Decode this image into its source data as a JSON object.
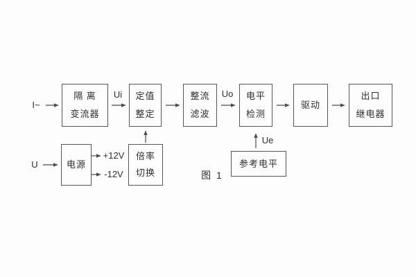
{
  "figure": {
    "caption": "图 1",
    "colors": {
      "line": "#4a4a4a",
      "text": "#2e2e2e",
      "background": "#fdfdfd"
    },
    "blocks": {
      "isolation_transformer": {
        "line1": "隔 离",
        "line2": "变流器"
      },
      "setpoint_adjust": {
        "line1": "定值",
        "line2": "整定"
      },
      "rectify_filter": {
        "line1": "整流",
        "line2": "滤波"
      },
      "level_detect": {
        "line1": "电平",
        "line2": "检测"
      },
      "drive": {
        "line1": "驱动"
      },
      "output_relay": {
        "line1": "出口",
        "line2": "继电器"
      },
      "power_supply": {
        "line1": "电源"
      },
      "ratio_switch": {
        "line1": "倍率",
        "line2": "切换"
      },
      "reference_level": {
        "line1": "参考电平"
      }
    },
    "labels": {
      "input_current": "I~",
      "signal_ui": "Ui",
      "signal_uo": "Uo",
      "signal_ue": "Ue",
      "input_voltage": "U",
      "rail_positive": "+12V",
      "rail_negative": "-12V"
    }
  }
}
